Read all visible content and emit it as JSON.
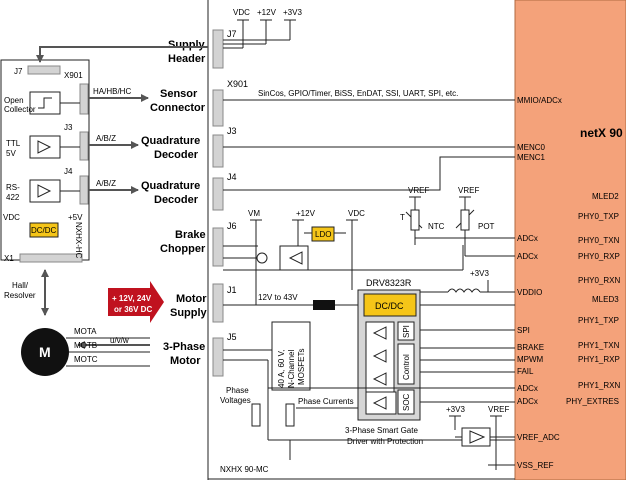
{
  "colors": {
    "accent": "#f4a27a",
    "yellow": "#f5c518",
    "red": "#c0121f",
    "line": "#222222",
    "connector": "#c8c8c8"
  },
  "left_modules": [
    {
      "connector": "J7",
      "label_line1": "Supply",
      "label_line2": "Header"
    },
    {
      "connector": "X901",
      "label_line1": "Sensor",
      "label_line2": "Connector",
      "signal": "HA/HB/HC",
      "source_line1": "Open",
      "source_line2": "Collector"
    },
    {
      "connector": "J3",
      "label_line1": "Quadrature",
      "label_line2": "Decoder",
      "signal": "A/B/Z",
      "source_line1": "TTL",
      "source_line2": "5V"
    },
    {
      "connector": "J4",
      "label_line1": "Quadrature",
      "label_line2": "Decoder",
      "signal": "A/B/Z",
      "source_line1": "RS-",
      "source_line2": "422"
    },
    {
      "connector": "J6",
      "label_line1": "Brake",
      "label_line2": "Chopper"
    },
    {
      "connector": "J1",
      "label_line1": "Motor",
      "label_line2": "Supply"
    },
    {
      "connector": "J5",
      "label_line1": "3-Phase",
      "label_line2": "Motor",
      "signal": "u/v/w"
    }
  ],
  "external": {
    "board_label": "NXHX 90-MC",
    "hx_label": "NXHX-HC",
    "j7_label": "J7",
    "x901_label": "X901",
    "x1_label": "X1",
    "j3_label": "J3",
    "j4_label": "J4",
    "vdc": "VDC",
    "plus5v": "+5V",
    "dcdc": "DC/DC",
    "hall_line1": "Hall/",
    "hall_line2": "Resolver",
    "motor": "M",
    "mota": "MOTA",
    "motb": "MOTB",
    "motc": "MOTC",
    "supply_line1": "+ 12V, 24V",
    "supply_line2": "or 36V DC"
  },
  "top_rail": {
    "vdc": "VDC",
    "v12": "+12V",
    "v33": "+3V3"
  },
  "sensor_bus": "SinCos, GPIO/Timer, BiSS, EnDAT, SSI, UART, SPI, etc.",
  "power": {
    "vm": "VM",
    "p12v": "+12V",
    "vdc": "VDC",
    "ldo": "LDO",
    "range": "12V to 43V",
    "mosfet_line1": "40 A, 60 V,",
    "mosfet_line2": "N-Channel",
    "mosfet_line3": "MOSFETs",
    "phase_voltages_line1": "Phase",
    "phase_voltages_line2": "Voltages",
    "phase_currents": "Phase Currents"
  },
  "driver": {
    "name": "DRV8323R",
    "dcdc": "DC/DC",
    "spi": "SPI",
    "control": "Control",
    "soc": "SOC",
    "caption_line1": "3-Phase Smart Gate",
    "caption_line2": "Driver with Protection",
    "v33": "+3V3"
  },
  "sensors": {
    "vref1": "VREF",
    "vref2": "VREF",
    "ntc": "NTC",
    "pot": "POT",
    "t": "T"
  },
  "netx": {
    "title": "netX 90",
    "left_pins": [
      "MMIO/ADCx",
      "MENC0",
      "MENC1",
      "ADCx",
      "ADCx",
      "VDDIO",
      "SPI",
      "BRAKE",
      "MPWM",
      "FAIL",
      "ADCx",
      "ADCx",
      "VREF_ADC",
      "VSS_REF"
    ],
    "right_pins": [
      "MLED2",
      "PHY0_TXP",
      "PHY0_TXN",
      "PHY0_RXP",
      "PHY0_RXN",
      "MLED3",
      "PHY1_TXP",
      "PHY1_TXN",
      "PHY1_RXP",
      "PHY1_RXN",
      "PHY_EXTRES"
    ]
  },
  "ref": {
    "v33": "+3V3",
    "vref": "VREF"
  }
}
